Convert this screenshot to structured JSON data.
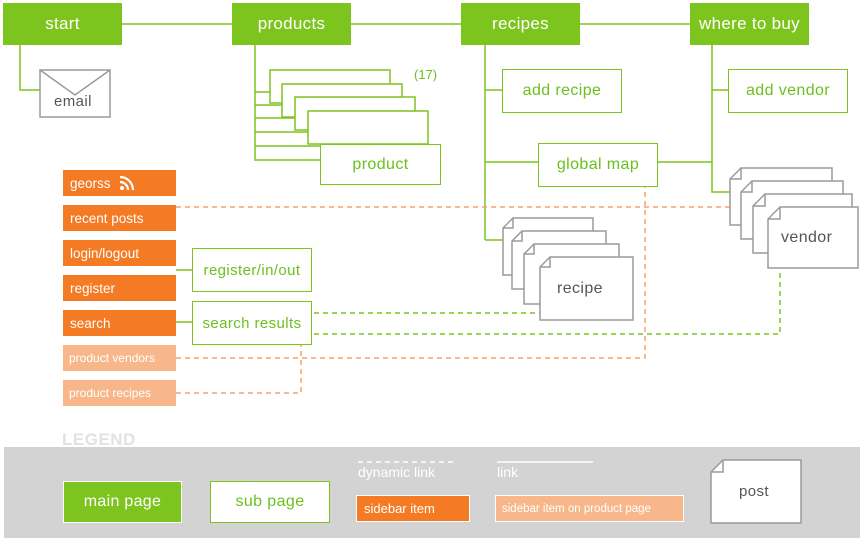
{
  "main_pages": {
    "start": "start",
    "products": "products",
    "recipes": "recipes",
    "where_to_buy": "where to buy"
  },
  "sub_pages": {
    "email": "email",
    "product": "product",
    "product_count": "(17)",
    "add_recipe": "add recipe",
    "global_map": "global map",
    "recipe": "recipe",
    "add_vendor": "add vendor",
    "vendor": "vendor",
    "register_in_out": "register/in/out",
    "search_results": "search results"
  },
  "sidebar": {
    "georss": "georss",
    "recent_posts": "recent posts",
    "login_logout": "login/logout",
    "register": "register",
    "search": "search",
    "product_vendors": "product vendors",
    "product_recipes": "product recipes"
  },
  "legend": {
    "title": "LEGEND",
    "main_page": "main page",
    "sub_page": "sub page",
    "dynamic_link": "dynamic link",
    "link": "link",
    "sidebar_item": "sidebar item",
    "sidebar_item_product": "sidebar item on product page",
    "post": "post"
  },
  "colors": {
    "main_green": "#7ec41f",
    "sidebar_orange": "#f47a24",
    "sidebar_product_orange": "#f8b78a",
    "legend_band": "#d3d3d3",
    "post_outline": "#9a9a9a"
  },
  "icons": {
    "rss": "rss-icon"
  }
}
